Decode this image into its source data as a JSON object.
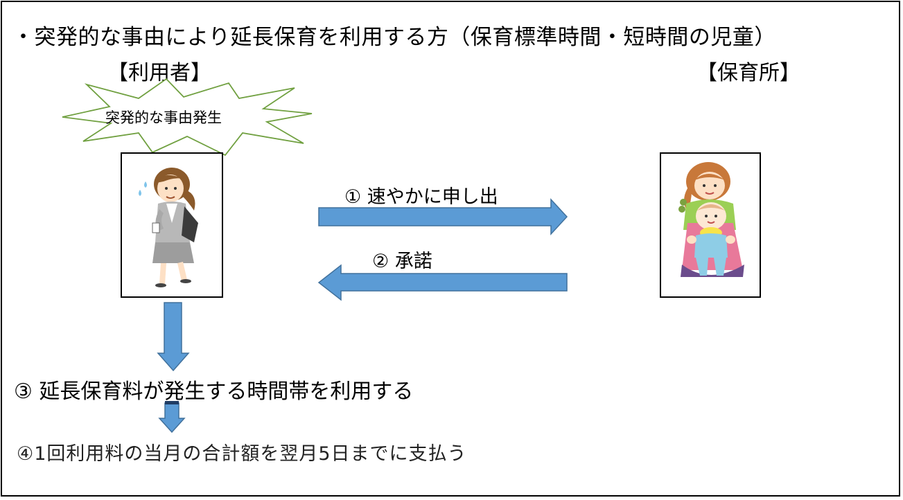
{
  "title": "・突発的な事由により延長保育を利用する方（保育標準時間・短時間の児童）",
  "labels": {
    "user": "【利用者】",
    "nursery": "【保育所】",
    "burst": "突発的な事由発生"
  },
  "steps": {
    "step1": "① 速やかに申し出",
    "step2": "② 承諾",
    "step3": "③ 延長保育料が発生する時間帯を利用する",
    "step4": "④1回利用料の当月の合計額を翌月5日までに支払う"
  },
  "colors": {
    "arrow_fill": "#5b9bd5",
    "arrow_stroke": "#41719c",
    "frame": "#000000"
  },
  "icons": {
    "user_figure": "business-woman-icon",
    "nursery_figure": "caregiver-with-baby-icon"
  }
}
